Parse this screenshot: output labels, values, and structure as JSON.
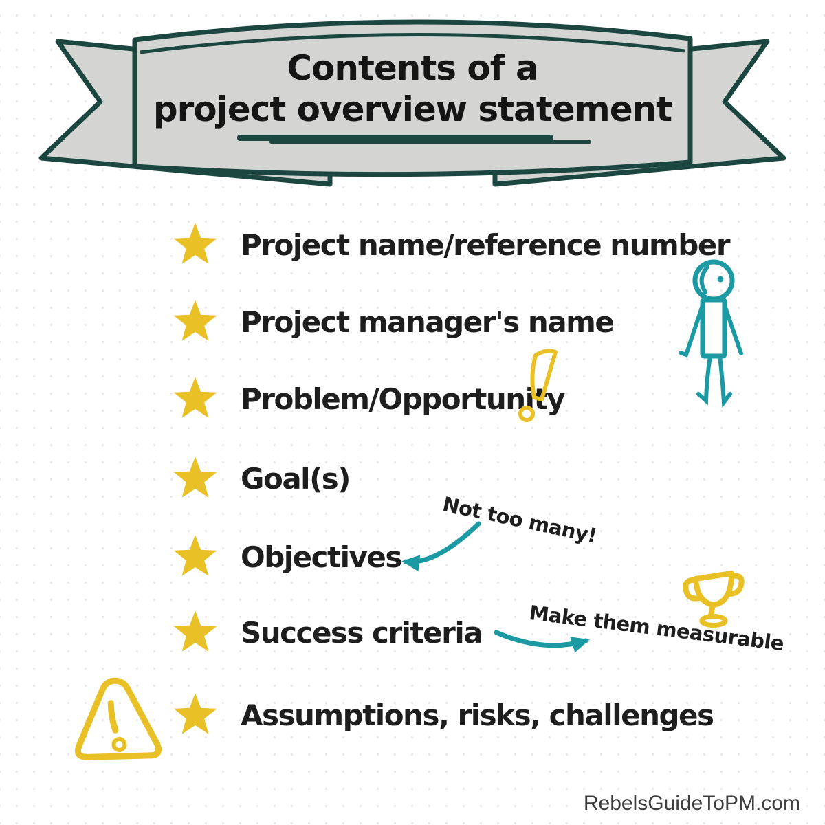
{
  "banner": {
    "title_line1": "Contents of a",
    "title_line2": "project overview statement"
  },
  "list": {
    "items": [
      {
        "label": "Project name/reference number",
        "bullet": "star-icon"
      },
      {
        "label": "Project manager's name",
        "bullet": "star-icon"
      },
      {
        "label": "Problem/Opportunity",
        "bullet": "star-icon",
        "extra_icon": "exclamation-mark-icon"
      },
      {
        "label": "Goal(s)",
        "bullet": "star-icon"
      },
      {
        "label": "Objectives",
        "bullet": "star-icon",
        "annotation": "Not too many!"
      },
      {
        "label": "Success criteria",
        "bullet": "star-icon",
        "annotation": "Make them measurable",
        "extra_icon": "trophy-icon"
      },
      {
        "label": "Assumptions, risks, challenges",
        "bullet": "star-icon",
        "extra_icon": "warning-triangle-icon"
      }
    ]
  },
  "annotations": {
    "objectives_note": "Not too many!",
    "success_note": "Make them measurable"
  },
  "decorations": [
    "stick-figure",
    "trophy-icon",
    "warning-triangle-icon",
    "exclamation-mark-icon",
    "ribbon-banner"
  ],
  "watermark": "RebelsGuideToPM.com",
  "colors": {
    "teal_accent": "#1b9aa3",
    "dark_green_outline": "#1c4741",
    "banner_fill": "#d4d5d3",
    "star_yellow": "#e9c127",
    "text_black": "#1e1e1e",
    "watermark_gray": "#3e3e3e"
  }
}
